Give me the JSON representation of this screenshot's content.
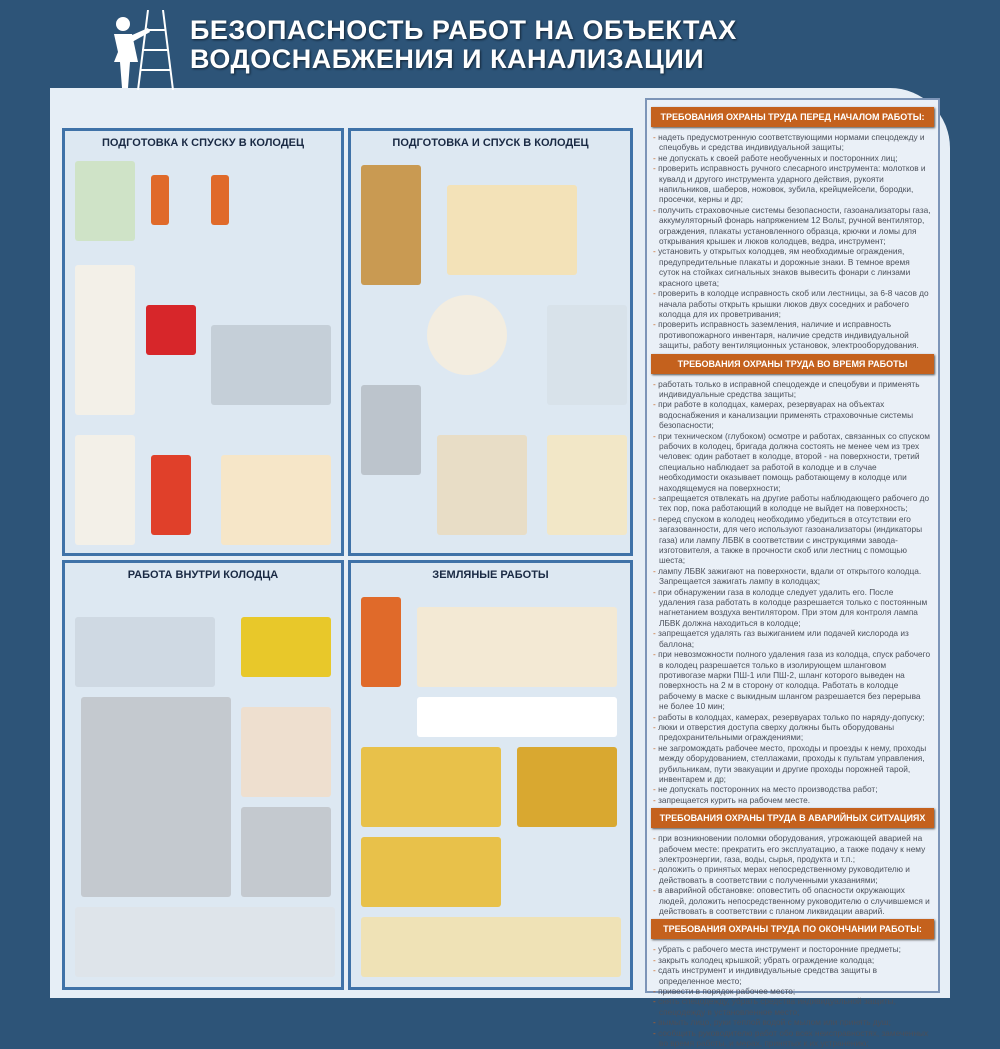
{
  "title": "БЕЗОПАСНОСТЬ РАБОТ НА ОБЪЕКТАХ ВОДОСНАБЖЕНИЯ И КАНАЛИЗАЦИИ",
  "panels": [
    {
      "title": "ПОДГОТОВКА К СПУСКУ В КОЛОДЕЦ"
    },
    {
      "title": "ПОДГОТОВКА И СПУСК В КОЛОДЕЦ"
    },
    {
      "title": "РАБОТА ВНУТРИ КОЛОДЦА"
    },
    {
      "title": "ЗЕМЛЯНЫЕ РАБОТЫ"
    }
  ],
  "sections": [
    {
      "title": "ТРЕБОВАНИЯ ОХРАНЫ ТРУДА ПЕРЕД НАЧАЛОМ РАБОТЫ:",
      "items": [
        "надеть предусмотренную соответствующими нормами спецодежду и спецобувь и средства индивидуальной защиты;",
        "не допускать к своей работе необученных и посторонних лиц;",
        "проверить исправность ручного слесарного инструмента: молотков и кувалд и другого инструмента ударного действия, рукояти напильников, шаберов, ножовок, зубила, крейцмейсели, бородки, просечки, керны и др;",
        "получить страховочные системы безопасности, газоанализаторы газа, аккумуляторный фонарь напряжением 12 Вольт, ручной вентилятор, ограждения, плакаты установленного образца, крючки и ломы для открывания крышек и люков колодцев, ведра, инструмент;",
        "установить у открытых колодцев, ям необходимые ограждения, предупредительные плакаты и дорожные знаки. В темное время суток на стойках сигнальных знаков вывесить фонари с линзами красного цвета;",
        "проверить в колодце исправность скоб или лестницы, за 6-8 часов до начала работы открыть крышки люков двух соседних и рабочего колодца для их проветривания;",
        "проверить исправность заземления, наличие и исправность противопожарного инвентаря, наличие средств индивидуальной защиты, работу вентиляционных установок, электрооборудования."
      ]
    },
    {
      "title": "ТРЕБОВАНИЯ ОХРАНЫ ТРУДА ВО ВРЕМЯ РАБОТЫ",
      "items": [
        "работать только в исправной спецодежде и спецобуви и применять индивидуальные средства защиты;",
        "при работе в колодцах, камерах, резервуарах на объектах водоснабжения и канализации применять страховочные системы безопасности;",
        "при техническом (глубоком) осмотре и работах, связанных со спуском рабочих в колодец, бригада должна состоять не менее чем из трех человек: один работает в колодце, второй - на поверхности, третий специально наблюдает за работой в колодце и в случае необходимости оказывает помощь работающему в колодце или находящемуся на поверхности;",
        "запрещается отвлекать на другие работы наблюдающего рабочего до тех пор, пока работающий в колодце не выйдет на поверхность;",
        "перед спуском в колодец необходимо убедиться в отсутствии его загазованности, для чего используют газоанализаторы (индикаторы газа) или лампу ЛБВК в соответствии с инструкциями завода-изготовителя, а также в прочности скоб или лестниц с помощью шеста;",
        "лампу ЛБВК зажигают на поверхности, вдали от открытого колодца. Запрещается зажигать лампу в колодцах;",
        "при обнаружении газа в колодце следует удалить его. После удаления газа работать в колодце разрешается только с постоянным нагнетанием воздуха вентилятором. При этом для контроля лампа ЛБВК должна находиться в колодце;",
        "запрещается удалять газ выжиганием или подачей кислорода из баллона;",
        "при невозможности полного удаления газа из колодца, спуск рабочего в колодец разрешается только в изолирующем шланговом противогазе марки ПШ-1 или ПШ-2, шланг которого выведен на поверхность на 2 м в сторону от колодца. Работать в колодце рабочему в маске с выкидным шлангом разрешается без перерыва не более 10 мин;",
        "работы в колодцах, камерах, резервуарах только по наряду-допуску;",
        "люки и отверстия доступа сверху должны быть оборудованы предохранительными ограждениями;",
        "не загромождать рабочее место, проходы и проезды к нему, проходы между оборудованием, стеллажами, проходы к пультам управления, рубильникам, пути эвакуации и другие проходы порожней тарой, инвентарем и др;",
        "не допускать посторонних на место производства работ;",
        "запрещается курить на рабочем месте."
      ]
    },
    {
      "title": "ТРЕБОВАНИЯ ОХРАНЫ ТРУДА В АВАРИЙНЫХ СИТУАЦИЯХ",
      "items": [
        "при возникновении поломки оборудования, угрожающей аварией на рабочем месте: прекратить его эксплуатацию, а также подачу к нему электроэнергии, газа, воды, сырья, продукта и т.п.;",
        "доложить о принятых мерах непосредственному руководителю и действовать в соответствии с полученными указаниями;",
        "в аварийной обстановке: оповестить об опасности окружающих людей, доложить непосредственному руководителю о случившемся и действовать в соответствии с планом ликвидации аварий."
      ]
    },
    {
      "title": "ТРЕБОВАНИЯ ОХРАНЫ ТРУДА ПО ОКОНЧАНИИ РАБОТЫ:",
      "items": [
        "убрать с рабочего места инструмент и посторонние предметы;",
        "закрыть колодец крышкой; убрать ограждение колодца;",
        "сдать инструмент и индивидуальные средства защиты в определенное место;",
        "привести в порядок рабочее место;",
        "снять спецодежду, убрать средства индивидуальной защиты, спецодежду в установленное место;",
        "вымыть лицо, руки теплой водой с мылом или принять душ;",
        "сообщить руководителю работ обо всех неисправностях, замеченных во время работы, и мерах, принятых к их устранению;"
      ]
    }
  ],
  "colors": {
    "background": "#2d5478",
    "section_header": "#c4611d",
    "panel_border": "#3f72a8"
  },
  "icons": [
    "worker-on-pole-icon"
  ]
}
